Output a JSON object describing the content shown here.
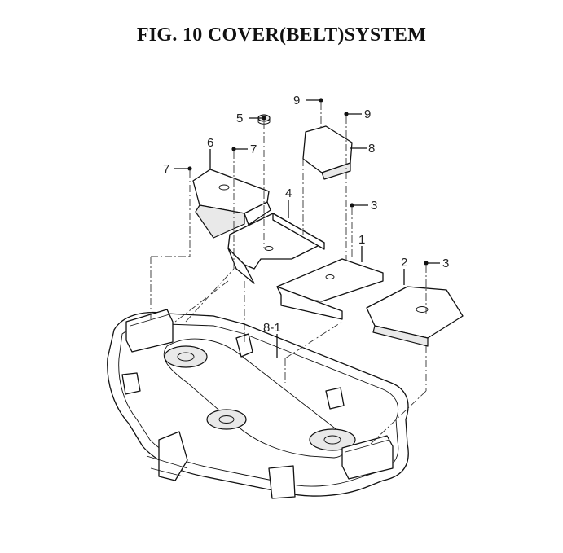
{
  "title": "FIG. 10  COVER(BELT)SYSTEM",
  "callouts": {
    "p1": "1",
    "p2": "2",
    "p3a": "3",
    "p3b": "3",
    "p4": "4",
    "p5": "5",
    "p6": "6",
    "p7a": "7",
    "p7b": "7",
    "p8": "8",
    "p8_1": "8-1",
    "p9a": "9",
    "p9b": "9"
  }
}
